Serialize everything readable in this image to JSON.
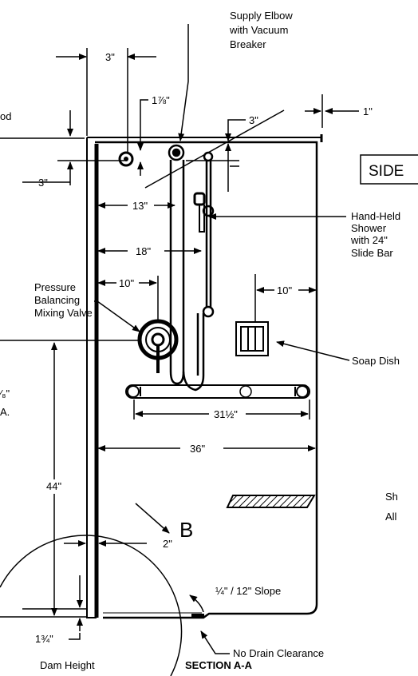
{
  "labels": {
    "supply_elbow": [
      "Supply Elbow",
      "with Vacuum",
      "Breaker"
    ],
    "pressure_valve": [
      "Pressure",
      "Balancing",
      "Mixing Valve"
    ],
    "hand_held": [
      "Hand-Held",
      "Shower",
      "with 24\"",
      "Slide Bar"
    ],
    "soap_dish": "Soap Dish",
    "no_drain": "No Drain Clearance",
    "dam_height": "Dam Height",
    "section": "SECTION A-A",
    "slope": "¼\" / 12\" Slope",
    "detail": "B",
    "side_box": "SIDE",
    "left_cut_top": "od",
    "left_cut_mid": [
      "⁄₈\"",
      "A."
    ],
    "right_cut": [
      "Sh",
      "All"
    ]
  },
  "dimensions": {
    "d3_top": "3\"",
    "d1_7_8": "1⅞\"",
    "d3_right": "3\"",
    "d1": "1\"",
    "d3_left": "3\"",
    "d13": "13\"",
    "d18": "18\"",
    "d10_left": "10\"",
    "d10_right": "10\"",
    "d31_5": "31½\"",
    "d36": "36\"",
    "d44": "44\"",
    "d2": "2\"",
    "d1_3_4": "1¾\""
  }
}
